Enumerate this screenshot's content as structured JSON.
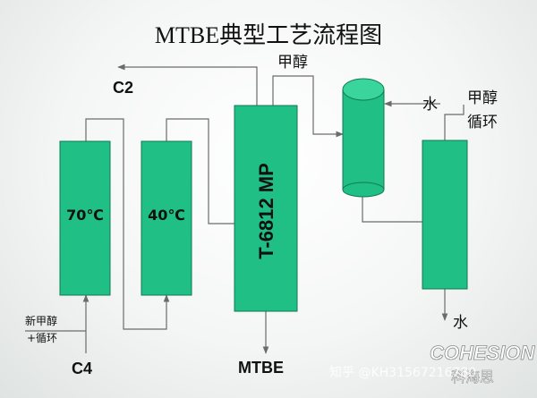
{
  "title": "MTBE典型工艺流程图",
  "streams": {
    "c2": "C2",
    "methanol_top": "甲醇",
    "water_in": "水",
    "methanol_recycle_1": "甲醇",
    "methanol_recycle_2": "循环",
    "water_out": "水",
    "mtbe": "MTBE",
    "c4": "C4",
    "new_methanol_1": "新甲醇",
    "new_methanol_2": "+循环"
  },
  "units": {
    "reactor1_temp": "70℃",
    "reactor2_temp": "40℃",
    "column_name": "T-6812 MP"
  },
  "watermark": {
    "text": "知乎 @KH31567216780",
    "logo_top": "COHESION",
    "logo_bottom": "科海思"
  },
  "colors": {
    "equipment_fill": "#1fbf85",
    "equipment_stroke": "#117a52",
    "line": "#6b6b6b"
  }
}
